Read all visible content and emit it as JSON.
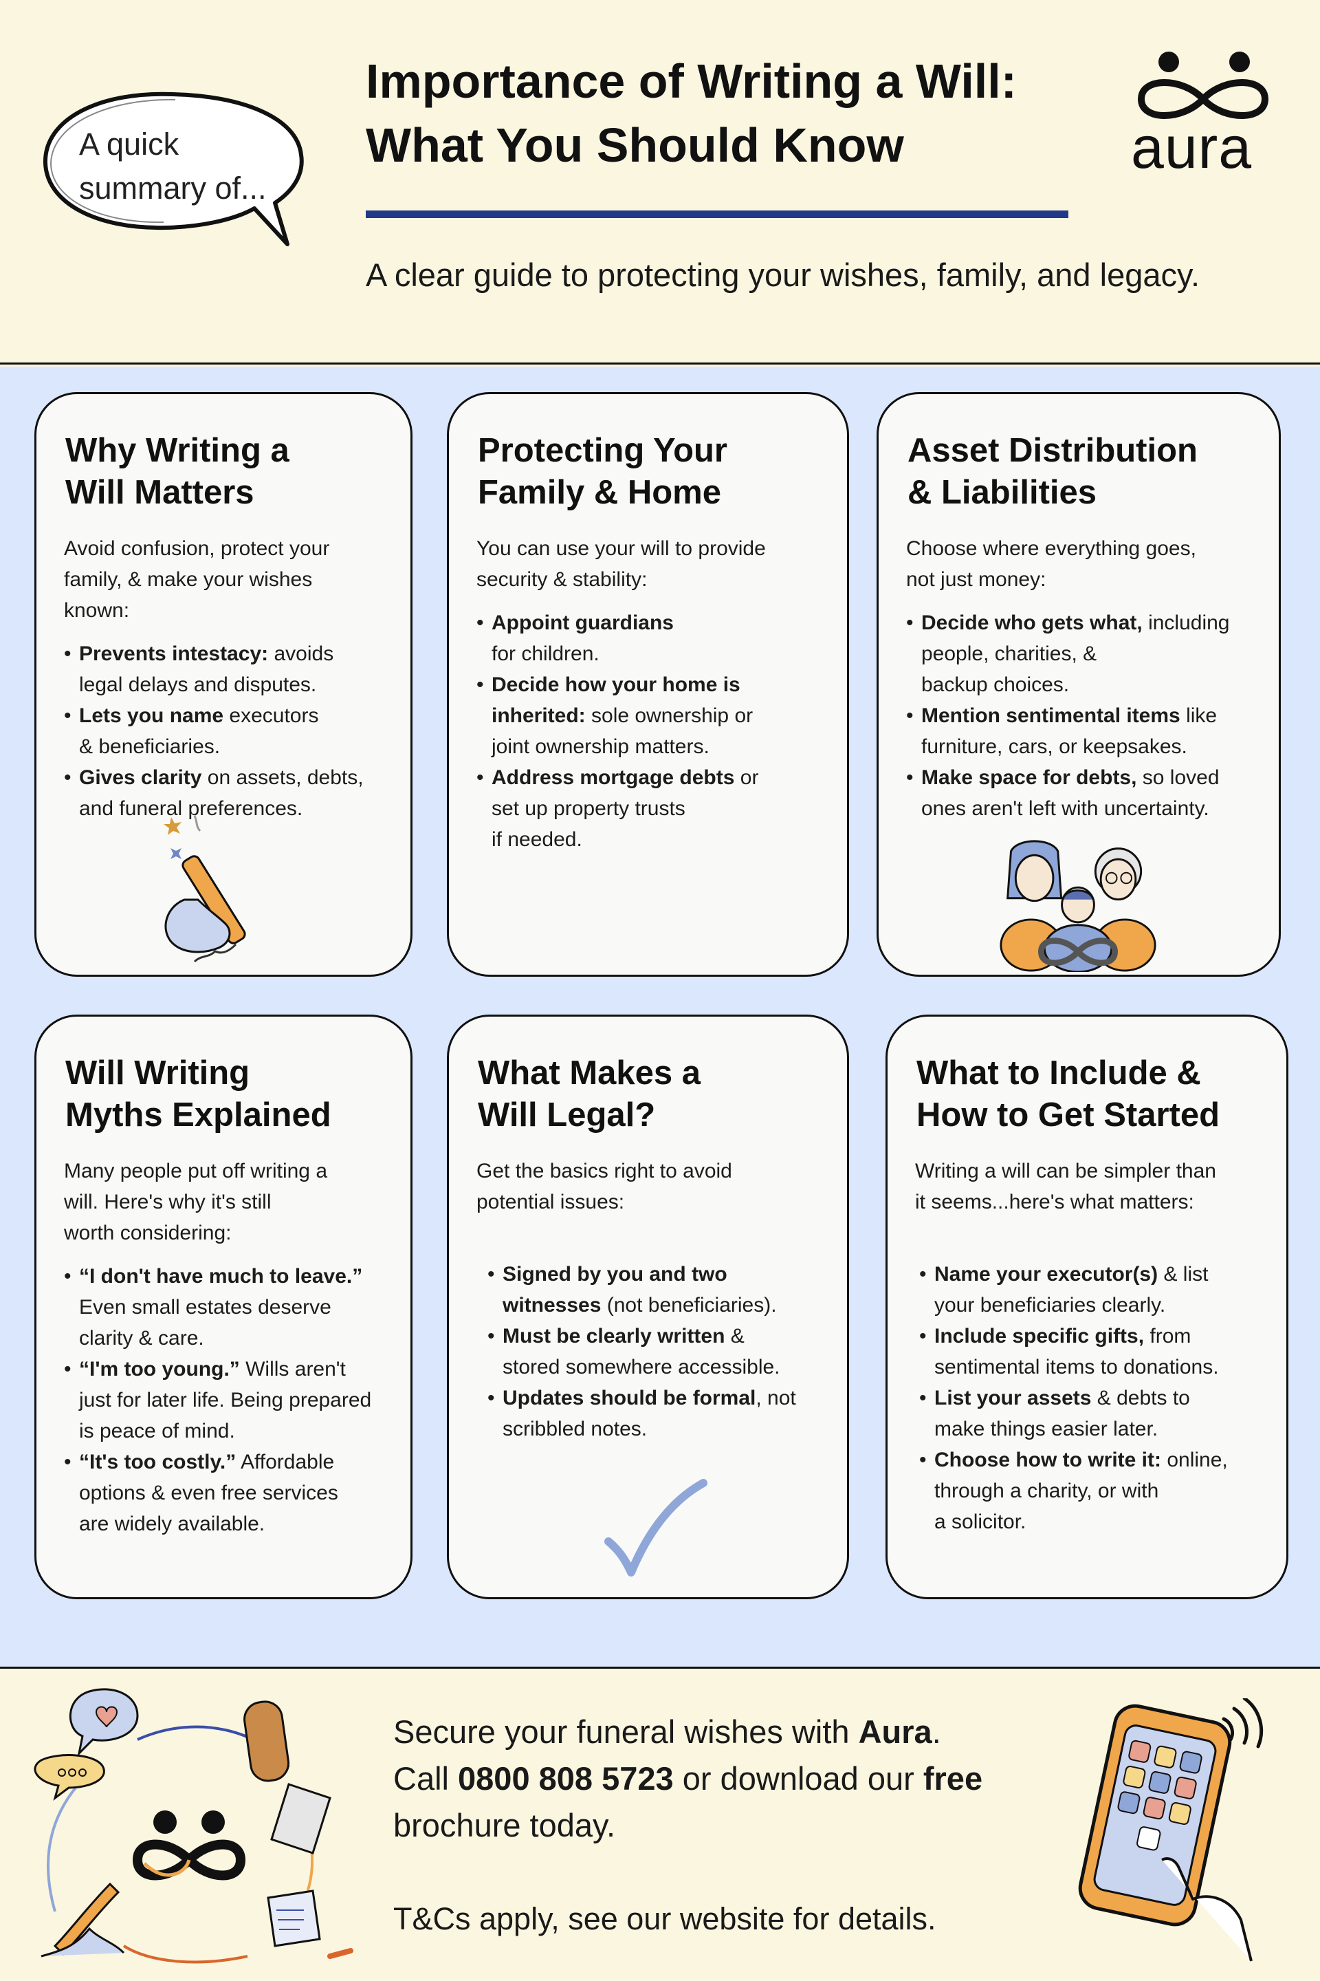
{
  "header": {
    "bubble_text": "A quick\nsummary of...",
    "title": "Importance of Writing a Will:\nWhat You Should Know",
    "subtitle": "A clear guide to protecting your wishes, family, and legacy.",
    "logo_text": "aura",
    "accent_color": "#22398a"
  },
  "cards": [
    {
      "title": "Why Writing a\nWill Matters",
      "intro": "Avoid confusion, protect your\nfamily, & make your wishes known:",
      "bullets": [
        {
          "bold": "Prevents intestacy:",
          "text": " avoids\nlegal delays and disputes."
        },
        {
          "bold": "Lets you name",
          "text": " executors\n& beneficiaries."
        },
        {
          "bold": "Gives clarity",
          "text": " on assets, debts,\nand funeral preferences."
        }
      ]
    },
    {
      "title": "Protecting Your\nFamily & Home",
      "intro": "You can use your will to provide\nsecurity & stability:",
      "bullets": [
        {
          "bold": "Appoint guardians",
          "text": "\nfor children."
        },
        {
          "bold": "Decide how your home is\ninherited:",
          "text": " sole ownership or\njoint ownership matters."
        },
        {
          "bold": "Address mortgage debts",
          "text": " or\nset up property trusts\nif needed."
        }
      ]
    },
    {
      "title": "Asset Distribution\n& Liabilities",
      "intro": "Choose where everything goes,\nnot just money:",
      "bullets": [
        {
          "bold": "Decide who gets what,",
          "text": " including\npeople, charities, &\nbackup choices."
        },
        {
          "bold": "Mention sentimental items",
          "text": " like\nfurniture, cars, or keepsakes."
        },
        {
          "bold": "Make space for debts,",
          "text": " so loved\nones aren't left with uncertainty."
        }
      ]
    },
    {
      "title": "Will Writing\nMyths Explained",
      "intro": "Many people put off writing a\nwill. Here's why it's still\nworth considering:",
      "bullets": [
        {
          "bold": "“I don't have much to leave.”",
          "text": "\nEven small estates deserve\nclarity & care."
        },
        {
          "bold": "“I'm too young.”",
          "text": " Wills aren't\njust for later life. Being prepared\nis peace of mind."
        },
        {
          "bold": "“It's too costly.”",
          "text": " Affordable\noptions & even free services\nare widely available."
        }
      ]
    },
    {
      "title": "What Makes a\nWill Legal?",
      "intro": "Get the basics right to avoid\npotential issues:",
      "bullets": [
        {
          "bold": "Signed by you and two\nwitnesses",
          "text": " (not beneficiaries)."
        },
        {
          "bold": "Must be clearly written",
          "text": " &\nstored somewhere accessible."
        },
        {
          "bold": "Updates should be formal",
          "text": ", not\nscribbled notes."
        }
      ]
    },
    {
      "title": "What to Include &\nHow to Get Started",
      "intro": "Writing a will can be simpler than\nit seems...here's what matters:",
      "bullets": [
        {
          "bold": "Name your executor(s)",
          "text": " & list\nyour beneficiaries clearly."
        },
        {
          "bold": "Include specific gifts,",
          "text": " from\nsentimental items to donations."
        },
        {
          "bold": "List your assets",
          "text": " & debts to\nmake things easier later."
        },
        {
          "bold": "Choose how to write it:",
          "text": " online,\nthrough a charity, or with\na solicitor."
        }
      ]
    }
  ],
  "footer": {
    "cta_pre": "Secure your funeral wishes with ",
    "cta_brand": "Aura",
    "cta_dot": ".",
    "cta_call": "Call ",
    "cta_phone": "0800 808 5723",
    "cta_mid": " or download our ",
    "cta_free": "free",
    "cta_end": "brochure today.",
    "terms": "T&Cs apply, see our website for details."
  },
  "colors": {
    "header_bg": "#fbf6e0",
    "cards_bg": "#dbe7fd",
    "card_bg": "#f9f9f7",
    "illustration_orange": "#f0a64a",
    "illustration_blue": "#8fa6d8"
  },
  "icons": [
    "speech-bubble-icon",
    "aura-logo-icon",
    "writing-hand-icon",
    "family-icon",
    "checkmark-icon",
    "memorial-collage-icon",
    "phone-app-icon"
  ]
}
